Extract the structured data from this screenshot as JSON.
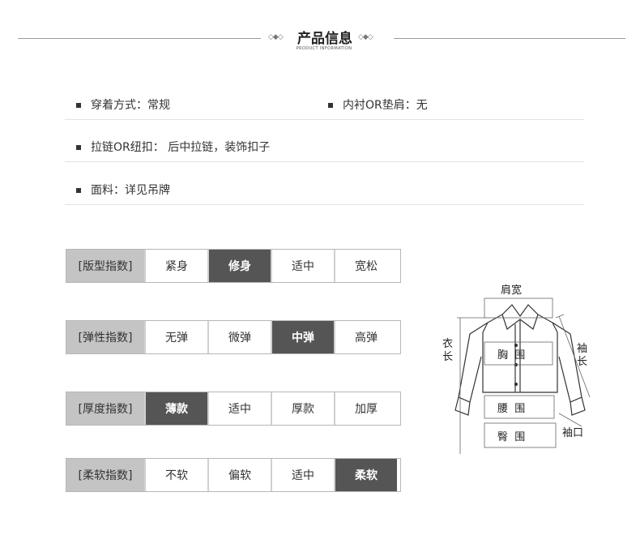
{
  "header": {
    "title": "产品信息",
    "subtitle": "PRODUCT INFORMATION",
    "deco": "◇◆◇"
  },
  "info": {
    "wear_style": "穿着方式：常规",
    "lining": "内衬OR垫肩：无",
    "zipper": "拉链OR纽扣：  后中拉链，装饰扣子",
    "fabric": "面料：详见吊牌"
  },
  "indices": [
    {
      "label": "[版型指数]",
      "options": [
        "紧身",
        "修身",
        "适中",
        "宽松"
      ],
      "selected": "修身"
    },
    {
      "label": "[弹性指数]",
      "options": [
        "无弹",
        "微弹",
        "中弹",
        "高弹"
      ],
      "selected": "中弹"
    },
    {
      "label": "[厚度指数]",
      "options": [
        "薄款",
        "适中",
        "厚款",
        "加厚"
      ],
      "selected": "薄款"
    },
    {
      "label": "[柔软指数]",
      "options": [
        "不软",
        "偏软",
        "适中",
        "柔软"
      ],
      "selected": "柔软"
    }
  ],
  "figure": {
    "shoulder": "肩宽",
    "length_1": "衣",
    "length_2": "长",
    "sleeve_1": "袖",
    "sleeve_2": "长",
    "chest": "胸  围",
    "waist": "腰  围",
    "hip": "臀  围",
    "cuff": "袖口"
  }
}
